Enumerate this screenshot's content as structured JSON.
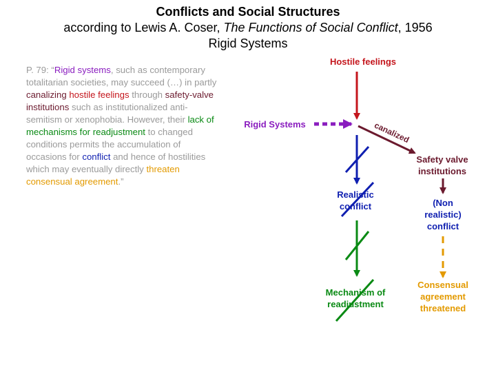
{
  "title": {
    "line1": "Conflicts and Social Structures",
    "line2_pre": "according to Lewis A. Coser, ",
    "line2_italic": "The Functions of Social Conflict",
    "line2_post": ", 1956",
    "line3": "Rigid Systems"
  },
  "quote": {
    "p1": "P. 79: “",
    "p2": "Rigid systems",
    "p3": ", such as contemporary totalitarian societies, may succeed (…) in partly ",
    "p4": "canalizing",
    "p5": " ",
    "p6": "hostile feelings",
    "p7": " through ",
    "p8": "safety-valve institutions",
    "p9": " such as institutionalized anti-semitism or xenophobia. However, their ",
    "p10": "lack of mechanisms for readjustment",
    "p11": " to changed conditions permits the accumulation of occasions for ",
    "p12": "conflict",
    "p13": " and hence of hostilities which may eventually directly ",
    "p14": "threaten consensual agreement",
    "p15": ".”"
  },
  "diagram": {
    "hostile_feelings": "Hostile feelings",
    "rigid_systems": "Rigid Systems",
    "canalized": "canalized",
    "safety_valve_1": "Safety valve",
    "safety_valve_2": "institutions",
    "realistic_1": "Realistic",
    "realistic_2": "conflict",
    "non_realistic_1": "(Non",
    "non_realistic_2": "realistic)",
    "non_realistic_3": "conflict",
    "mechanism_1": "Mechanism of",
    "mechanism_2": "readjustment",
    "consensual_1": "Consensual",
    "consensual_2": "agreement",
    "consensual_3": "threatened"
  },
  "colors": {
    "red": "#c4151c",
    "purple": "#8a1dbf",
    "maroon": "#6b1a2e",
    "blue": "#0f1fb0",
    "green": "#0a8a14",
    "orange": "#e39a00",
    "gray": "#9a9a9a"
  }
}
